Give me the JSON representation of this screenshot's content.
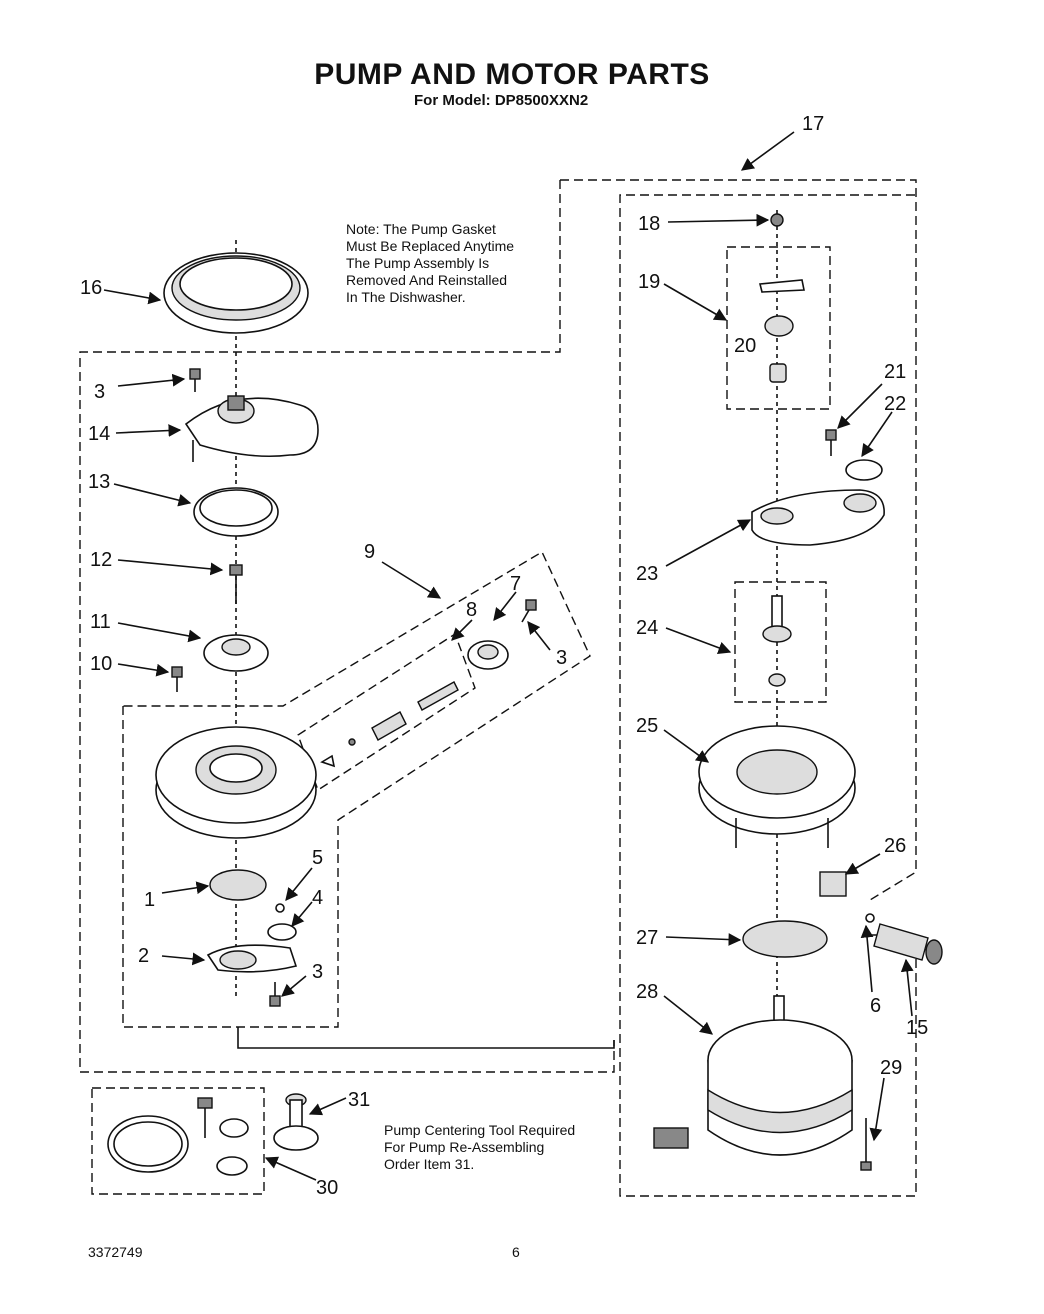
{
  "title": "PUMP AND MOTOR PARTS",
  "subtitle": "For Model: DP8500XXN2",
  "note_gasket": "Note: The Pump Gasket\nMust Be Replaced Anytime\nThe Pump Assembly Is\nRemoved And Reinstalled\nIn The Dishwasher.",
  "note_tool": "Pump Centering Tool Required\nFor Pump Re-Assembling\nOrder Item 31.",
  "footer": {
    "doc_number": "3372749",
    "page_number": "6"
  },
  "callouts": [
    "1",
    "2",
    "3",
    "4",
    "5",
    "6",
    "7",
    "8",
    "9",
    "10",
    "11",
    "12",
    "13",
    "14",
    "15",
    "16",
    "17",
    "18",
    "19",
    "20",
    "21",
    "22",
    "23",
    "24",
    "25",
    "26",
    "27",
    "28",
    "29",
    "30",
    "31"
  ]
}
